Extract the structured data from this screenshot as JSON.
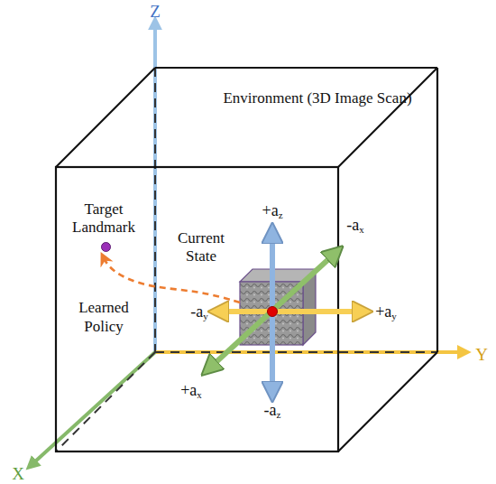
{
  "diagram": {
    "nodes": [
      {
        "text": [
          "Environment (3D Image Scan)"
        ]
      },
      {
        "text": [
          "Target Landmark"
        ],
        "in": 0
      },
      {
        "text": [
          "Current State"
        ],
        "in": 0
      }
    ],
    "edges": [
      {
        "from": 2,
        "to": 1,
        "arrow": "to",
        "label": "Learned Policy"
      }
    ],
    "labels": [
      "Z",
      "Y",
      "X",
      "+az",
      "-az",
      "-ay",
      "+ay",
      "-ax",
      "+ax"
    ]
  }
}
